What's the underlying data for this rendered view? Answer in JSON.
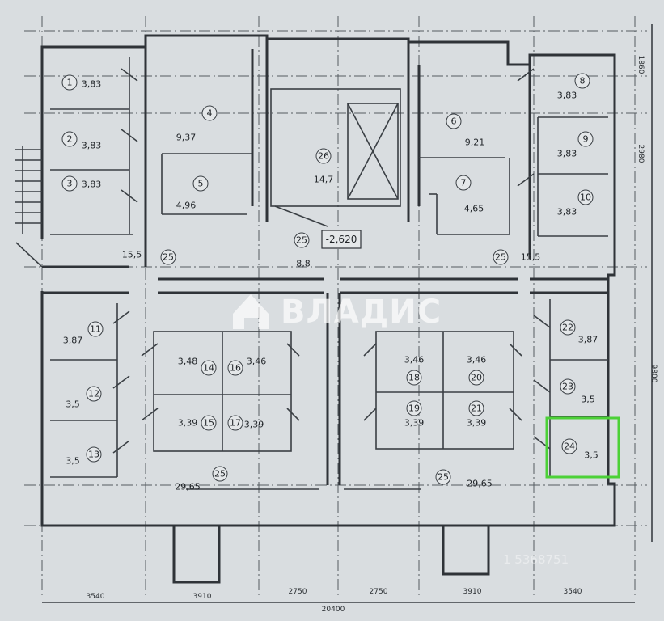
{
  "rooms": [
    {
      "num": "1",
      "area": "3,83"
    },
    {
      "num": "2",
      "area": "3,83"
    },
    {
      "num": "3",
      "area": "3,83"
    },
    {
      "num": "4",
      "area": "9,37"
    },
    {
      "num": "5",
      "area": "4,96"
    },
    {
      "num": "6",
      "area": "9,21"
    },
    {
      "num": "7",
      "area": "4,65"
    },
    {
      "num": "8",
      "area": "3,83"
    },
    {
      "num": "9",
      "area": "3,83"
    },
    {
      "num": "10",
      "area": "3,83"
    },
    {
      "num": "11",
      "area": "3,87"
    },
    {
      "num": "12",
      "area": "3,5"
    },
    {
      "num": "13",
      "area": "3,5"
    },
    {
      "num": "14",
      "area": "3,48"
    },
    {
      "num": "15",
      "area": "3,39"
    },
    {
      "num": "16",
      "area": "3,46"
    },
    {
      "num": "17",
      "area": "3,39"
    },
    {
      "num": "18",
      "area": "3,46"
    },
    {
      "num": "19",
      "area": "3,39"
    },
    {
      "num": "20",
      "area": "3,46"
    },
    {
      "num": "21",
      "area": "3,39"
    },
    {
      "num": "22",
      "area": "3,87"
    },
    {
      "num": "23",
      "area": "3,5"
    },
    {
      "num": "24",
      "area": "3,5"
    },
    {
      "num": "26",
      "area": "14,7"
    }
  ],
  "corridors": [
    {
      "num": "25",
      "area": "15,5"
    },
    {
      "num": "25",
      "area": "8,8"
    },
    {
      "num": "25",
      "area": "15,5"
    },
    {
      "num": "25",
      "area": "29,65"
    },
    {
      "num": "25",
      "area": "29,65"
    }
  ],
  "level_mark": "-2,620",
  "dimensions": {
    "bottom": [
      "3540",
      "3910",
      "2750",
      "2750",
      "3910",
      "3540"
    ],
    "total": "20400",
    "right": [
      "1860",
      "2980",
      "9800"
    ]
  },
  "watermark": {
    "brand": "ВЛАДИС",
    "code": "1 5368751"
  },
  "colors": {
    "highlight": "#4cd137",
    "lines": "#2f3338",
    "paper": "#d9dde0"
  }
}
